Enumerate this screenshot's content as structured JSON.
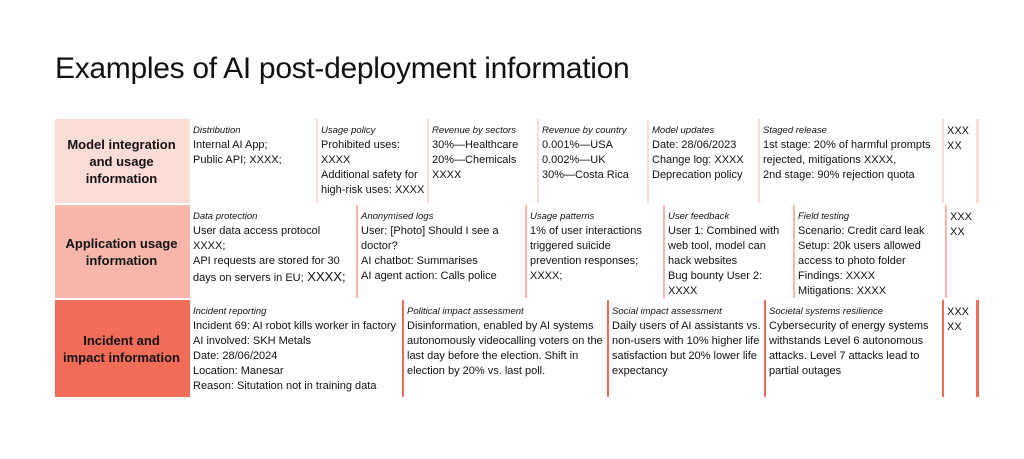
{
  "title": "Examples of AI post-deployment information",
  "colors": {
    "row1_bg": "#fcdcd6",
    "row2_bg": "#f9b7ac",
    "row3_bg": "#f26c5a"
  },
  "rows": [
    {
      "label": "Model integration and usage information",
      "cells": [
        {
          "title": "Distribution",
          "lines": [
            "Internal AI App;",
            "Public API; XXXX;"
          ]
        },
        {
          "title": "Usage policy",
          "lines": [
            "Prohibited uses:",
            "XXXX",
            "Additional safety for high-risk uses: XXXX"
          ]
        },
        {
          "title": "Revenue by sectors",
          "lines": [
            "30%—Healthcare",
            "20%—Chemicals",
            "XXXX"
          ]
        },
        {
          "title": "Revenue by country",
          "lines": [
            "0.001%—USA",
            "0.002%—UK",
            "30%—Costa Rica"
          ]
        },
        {
          "title": "Model updates",
          "lines": [
            "Date: 28/06/2023",
            "Change log: XXXX",
            "Deprecation policy"
          ]
        },
        {
          "title": "Staged release",
          "lines": [
            "1st stage: 20% of harmful prompts rejected, mitigations XXXX,",
            "2nd stage: 90% rejection quota"
          ]
        },
        {
          "title": "",
          "lines": [
            "XXX",
            "XX"
          ]
        }
      ]
    },
    {
      "label": "Application usage information",
      "cells": [
        {
          "title": "Data protection",
          "lines": [
            "User data access protocol XXXX;",
            "API requests are stored for 30 days on servers in EU;"
          ],
          "suffix": "XXXX;"
        },
        {
          "title": "Anonymised logs",
          "lines": [
            "User: [Photo] Should I see a doctor?",
            "AI chatbot: Summarises",
            "AI agent action: Calls police"
          ]
        },
        {
          "title": "Usage patterns",
          "lines": [
            "1% of user interactions triggered suicide prevention responses;",
            "XXXX;"
          ]
        },
        {
          "title": "User feedback",
          "lines": [
            "User 1: Combined with web tool, model can hack websites",
            "Bug bounty User 2: XXXX"
          ]
        },
        {
          "title": "Field testing",
          "lines": [
            "Scenario: Credit card leak",
            "Setup: 20k users allowed access to photo folder",
            "Findings: XXXX",
            "Mitigations: XXXX"
          ]
        },
        {
          "title": "",
          "lines": [
            "XXX",
            "XX"
          ]
        }
      ]
    },
    {
      "label": "Incident and impact information",
      "cells": [
        {
          "title": "Incident reporting",
          "lines": [
            "Incident 69: AI robot kills worker in factory",
            "AI involved: SKH Metals",
            "Date: 28/06/2024",
            "Location: Manesar",
            "Reason: Situtation not in training data"
          ]
        },
        {
          "title": "Political impact assessment",
          "lines": [
            "Disinformation, enabled by AI systems autonomously videocalling voters on the last day before the election. Shift in election by 20% vs. last poll."
          ]
        },
        {
          "title": "Social impact assessment",
          "lines": [
            "Daily users of AI assistants vs. non-users with 10% higher life satisfaction but 20% lower life expectancy"
          ]
        },
        {
          "title": "Societal systems resilience",
          "lines": [
            "Cybersecurity of energy systems withstands Level 6 autonomous attacks. Level 7 attacks lead to partial outages"
          ]
        },
        {
          "title": "",
          "lines": [
            "XXX",
            "XX"
          ]
        }
      ]
    }
  ]
}
